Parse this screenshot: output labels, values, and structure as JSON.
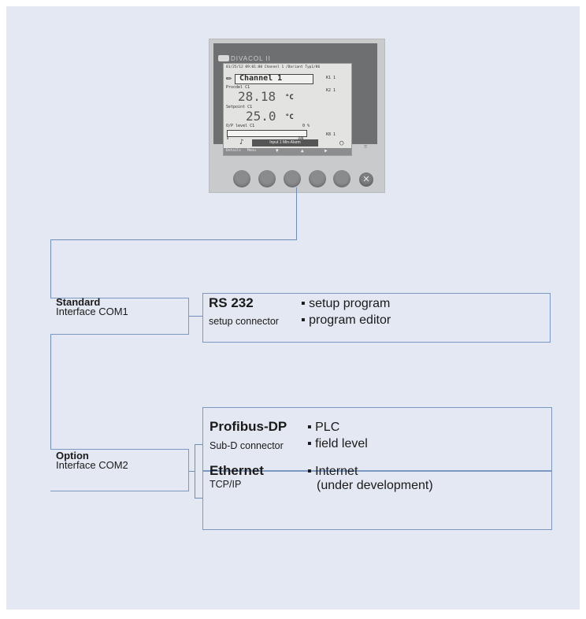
{
  "device": {
    "brand": "DIVACOL II",
    "screen": {
      "header": "01/25/12 09:01:00 Channel 1        /Dariant Typ1/86",
      "channel_label": "Channel 1",
      "process_value_caption": "Procdel C1",
      "process_value": "28.18",
      "process_unit": "°C",
      "setpoint_caption": "Setpoint C1",
      "setpoint_value": "25.0",
      "setpoint_unit": "°C",
      "output_caption": "O/P level C1",
      "output_value": "0 %",
      "bar_min": "0",
      "bar_max": "100",
      "relay_k1": "K1 1",
      "relay_k2": "K2 1",
      "relay_k8": "K8 1",
      "alarm_text": "Input 1 Min-Alarm",
      "softkey_1": "Details",
      "softkey_2": "Menu"
    }
  },
  "standard": {
    "title": "Standard",
    "interface": "Interface COM1",
    "protocol": "RS 232",
    "connector": "setup connector",
    "uses": [
      "setup program",
      "program editor"
    ]
  },
  "option": {
    "title": "Option",
    "interface": "Interface COM2",
    "profibus": {
      "protocol": "Profibus-DP",
      "connector": "Sub-D connector",
      "uses": [
        "PLC",
        "field level"
      ]
    },
    "ethernet": {
      "protocol": "Ethernet",
      "connector": "TCP/IP",
      "uses": [
        "Internet"
      ],
      "note": "(under development)"
    }
  },
  "colors": {
    "panel": "#e4e8f3",
    "line": "#6f8fb8"
  }
}
